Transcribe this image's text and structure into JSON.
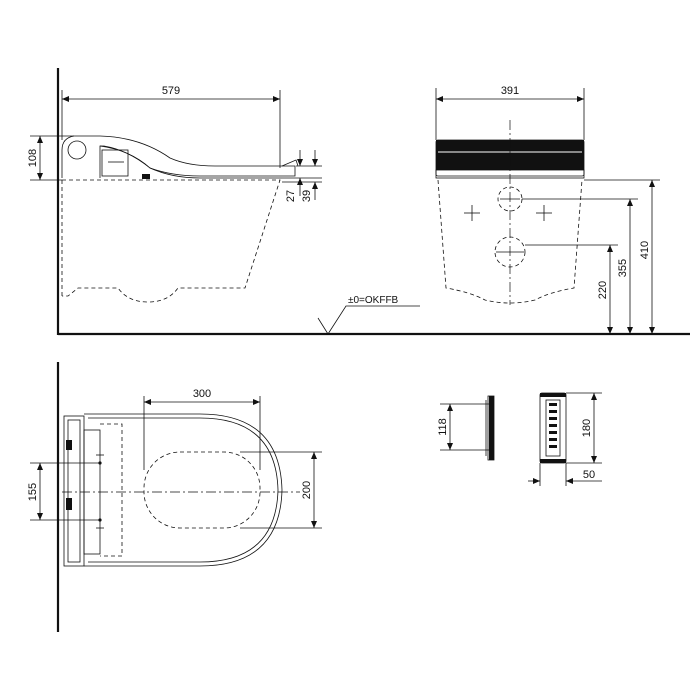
{
  "dimensions": {
    "side_length": "579",
    "side_height": "108",
    "side_seat_offset_top": "27",
    "side_seat_offset_bottom": "39",
    "front_width": "391",
    "front_height_low": "220",
    "front_height_mid": "355",
    "front_height_high": "410",
    "top_length": "300",
    "top_mount_spacing": "155",
    "top_width": "200",
    "remote_side_height": "118",
    "remote_front_height": "180",
    "remote_depth": "50"
  },
  "labels": {
    "floor_reference": "±0=OKFFB"
  }
}
